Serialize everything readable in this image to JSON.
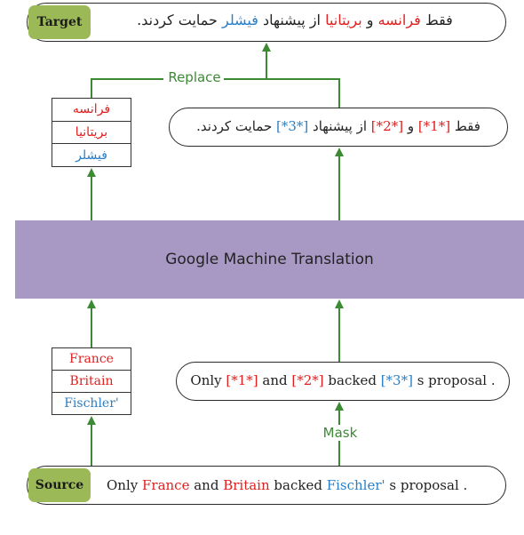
{
  "target": {
    "tag": "Target",
    "sentence": {
      "p1": "فقط ",
      "e1": "فرانسه",
      "p2": " و ",
      "e2": "بریتانیا",
      "p3": " از پیشنهاد ",
      "e3": "فیشلر",
      "p4": " حمایت کردند."
    }
  },
  "replace_label": "Replace",
  "masked_translation": {
    "p1": "فقط ",
    "m1": "[*1*]",
    "p2": " و ",
    "m2": "[*2*]",
    "p3": " از پیشنهاد ",
    "m3": "[*3*]",
    "p4": " حمایت کردند."
  },
  "persian_entities": [
    "فرانسه",
    "بریتانیا",
    "فیشلر"
  ],
  "mt_box": {
    "label": "Google Machine Translation"
  },
  "english_entities": [
    "France",
    "Britain",
    "Fischler'"
  ],
  "masked_source": {
    "p1": "Only ",
    "m1": "[*1*]",
    "p2": " and ",
    "m2": "[*2*]",
    "p3": " backed ",
    "m3": "[*3*]",
    "p4": " s proposal ."
  },
  "mask_label": "Mask",
  "source": {
    "tag": "Source",
    "sentence": {
      "p1": "Only ",
      "e1": "France",
      "p2": " and ",
      "e2": "Britain",
      "p3": " backed ",
      "e3": "Fischler'",
      "p4": " s proposal ."
    }
  },
  "colors": {
    "entity1": "#e0201f",
    "entity2": "#e0201f",
    "entity3": "#2a7fc6",
    "arrow": "#3c8a34",
    "tag": "#9bb957",
    "mt_box": "#a899c4"
  }
}
